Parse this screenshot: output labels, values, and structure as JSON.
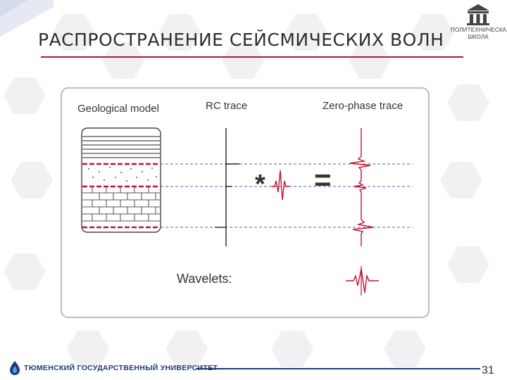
{
  "slide": {
    "title": "РАСПРОСТРАНЕНИЕ СЕЙСМИЧЕСКИХ ВОЛН",
    "page_number": "31"
  },
  "logo": {
    "line1": "ПОЛИТЕХНИЧЕСКАЯ",
    "line2": "ШКОЛА"
  },
  "footer": {
    "university": "ТЮМЕНСКИЙ ГОСУДАРСТВЕННЫЙ УНИВЕРСИТЕТ"
  },
  "figure": {
    "geological_model_label": "Geological model",
    "rc_trace_label": "RC trace",
    "zero_phase_label": "Zero-phase trace",
    "wavelets_label": "Wavelets:",
    "convolution_symbol": "*",
    "equals_symbol": "="
  },
  "colors": {
    "accent_red": "#b01830",
    "reflector_dash": "#c8102e",
    "guide_dash": "#5a5ac8",
    "university_blue": "#1f3a7a"
  }
}
